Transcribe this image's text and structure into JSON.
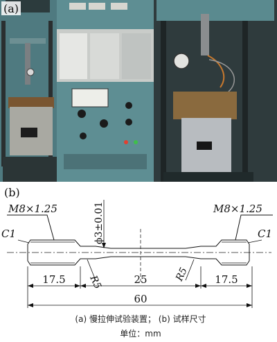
{
  "photo": {
    "label": "(a)"
  },
  "drawing": {
    "label": "(b)",
    "thread_left": "M8×1.25",
    "thread_right": "M8×1.25",
    "chamfer_left": "C1",
    "chamfer_right": "C1",
    "diameter": "ϕ3±0.01",
    "radius_left": "R5",
    "radius_right": "R5",
    "dim_left_grip": "17.5",
    "dim_gauge": "25",
    "dim_right_grip": "17.5",
    "dim_total": "60"
  },
  "caption": {
    "line1": "(a) 慢拉伸试验装置； (b) 试样尺寸",
    "line2": "单位：mm"
  },
  "colors": {
    "cabinet": "#5e8e93",
    "vessel_copper": "#8a6a3e",
    "vessel_steel": "#b8bcc0"
  }
}
